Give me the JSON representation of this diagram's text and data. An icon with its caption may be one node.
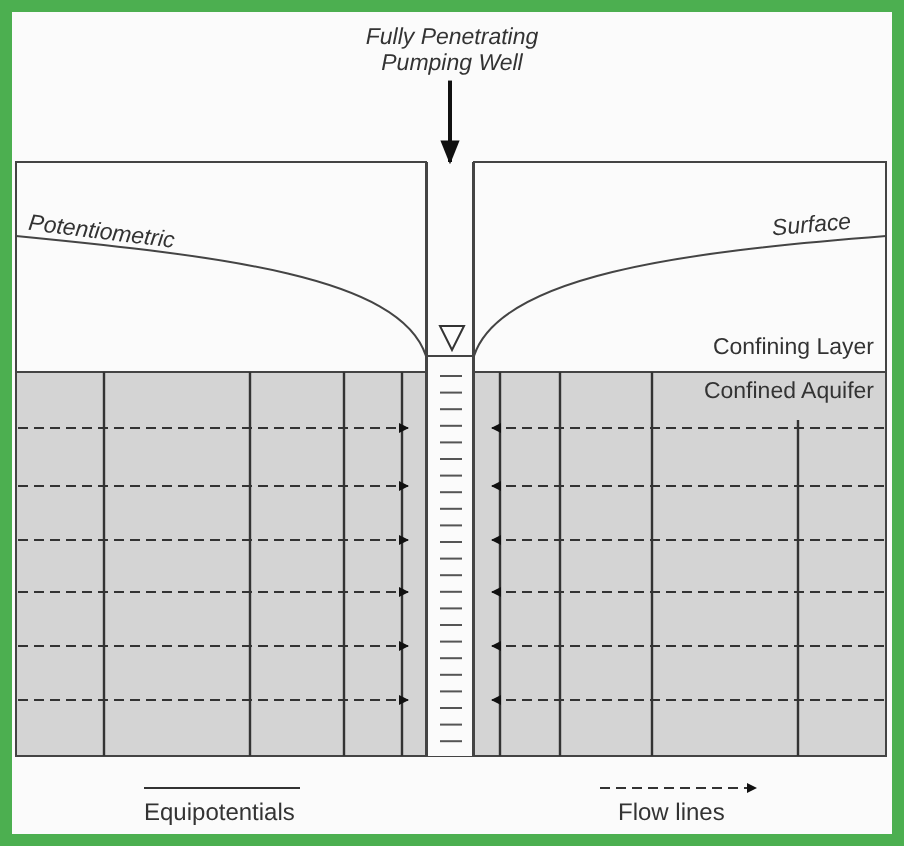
{
  "diagram": {
    "nodes": [
      {
        "text": [
          "Fully Penetrating Pumping Well"
        ]
      },
      {
        "text": [],
        "shape": "box"
      }
    ],
    "edges": [
      {
        "from": 0,
        "to": 1,
        "arrow": "to"
      }
    ],
    "labels": [
      "Potentiometric",
      "Surface",
      "Confining Layer",
      "Confined Aquifer"
    ],
    "legend": [
      {
        "text": "Equipotentials"
      },
      {
        "text": "Flow lines"
      }
    ]
  }
}
